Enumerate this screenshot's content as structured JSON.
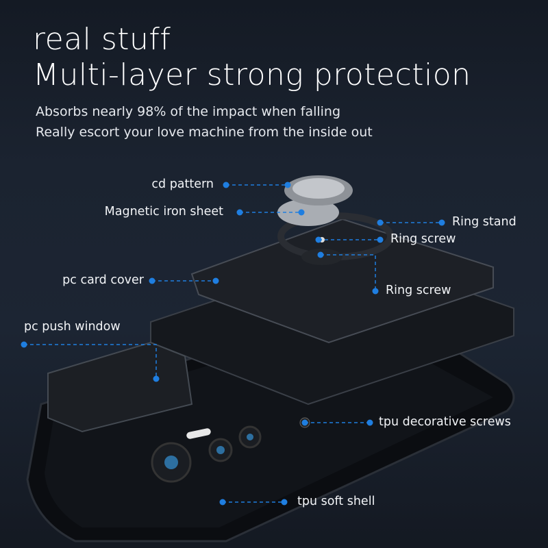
{
  "headline": {
    "line1": "real stuff",
    "line2": "Multi-layer strong protection"
  },
  "subtitle": {
    "line1": "Absorbs nearly 98% of the impact when falling",
    "line2": "Really escort your love machine from the inside out"
  },
  "callouts": [
    {
      "label": "cd pattern"
    },
    {
      "label": "Magnetic iron sheet"
    },
    {
      "label": "Ring stand"
    },
    {
      "label": "Ring screw"
    },
    {
      "label": "pc card cover"
    },
    {
      "label": "Ring screw"
    },
    {
      "label": "pc push window"
    },
    {
      "label": "tpu decorative screws"
    },
    {
      "label": "tpu soft shell"
    }
  ],
  "colors": {
    "accent": "#1f7ee0",
    "background": "#1b2330"
  }
}
